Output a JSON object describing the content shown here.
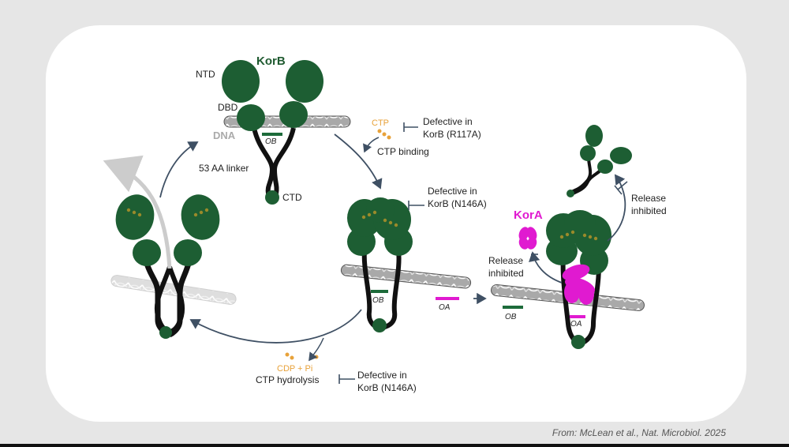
{
  "labels": {
    "korb": "KorB",
    "ntd": "NTD",
    "dbd": "DBD",
    "dna": "DNA",
    "linker": "53 AA linker",
    "ctd": "CTD",
    "ob1": "OB",
    "ob2": "OB",
    "ob3": "OB",
    "oa1": "OA",
    "oa2": "OA",
    "ctp": "CTP",
    "defective_r117a_1": "Defective in",
    "defective_r117a_2": "KorB (R117A)",
    "ctp_binding": "CTP binding",
    "defective_n146a_top_1": "Defective in",
    "defective_n146a_top_2": "KorB (N146A)",
    "kora": "KorA",
    "release_right_1": "Release",
    "release_right_2": "inhibited",
    "release_left_1": "Release",
    "release_left_2": "inhibited",
    "cdp_pi": "CDP + Pi",
    "ctp_hydrolysis": "CTP hydrolysis",
    "defective_n146a_bottom_1": "Defective in",
    "defective_n146a_bottom_2": "KorB (N146A)"
  },
  "credit": "From: McLean et al., Nat. Microbiol. 2025",
  "colors": {
    "korb_green": "#1d5e33",
    "korb_label": "#1f5a30",
    "kora_magenta": "#e01ad0",
    "ctp_orange": "#e8a23a",
    "dna_gray": "#8c8c8c",
    "arrow": "#3f5064",
    "faded": "#cfcfcf"
  }
}
